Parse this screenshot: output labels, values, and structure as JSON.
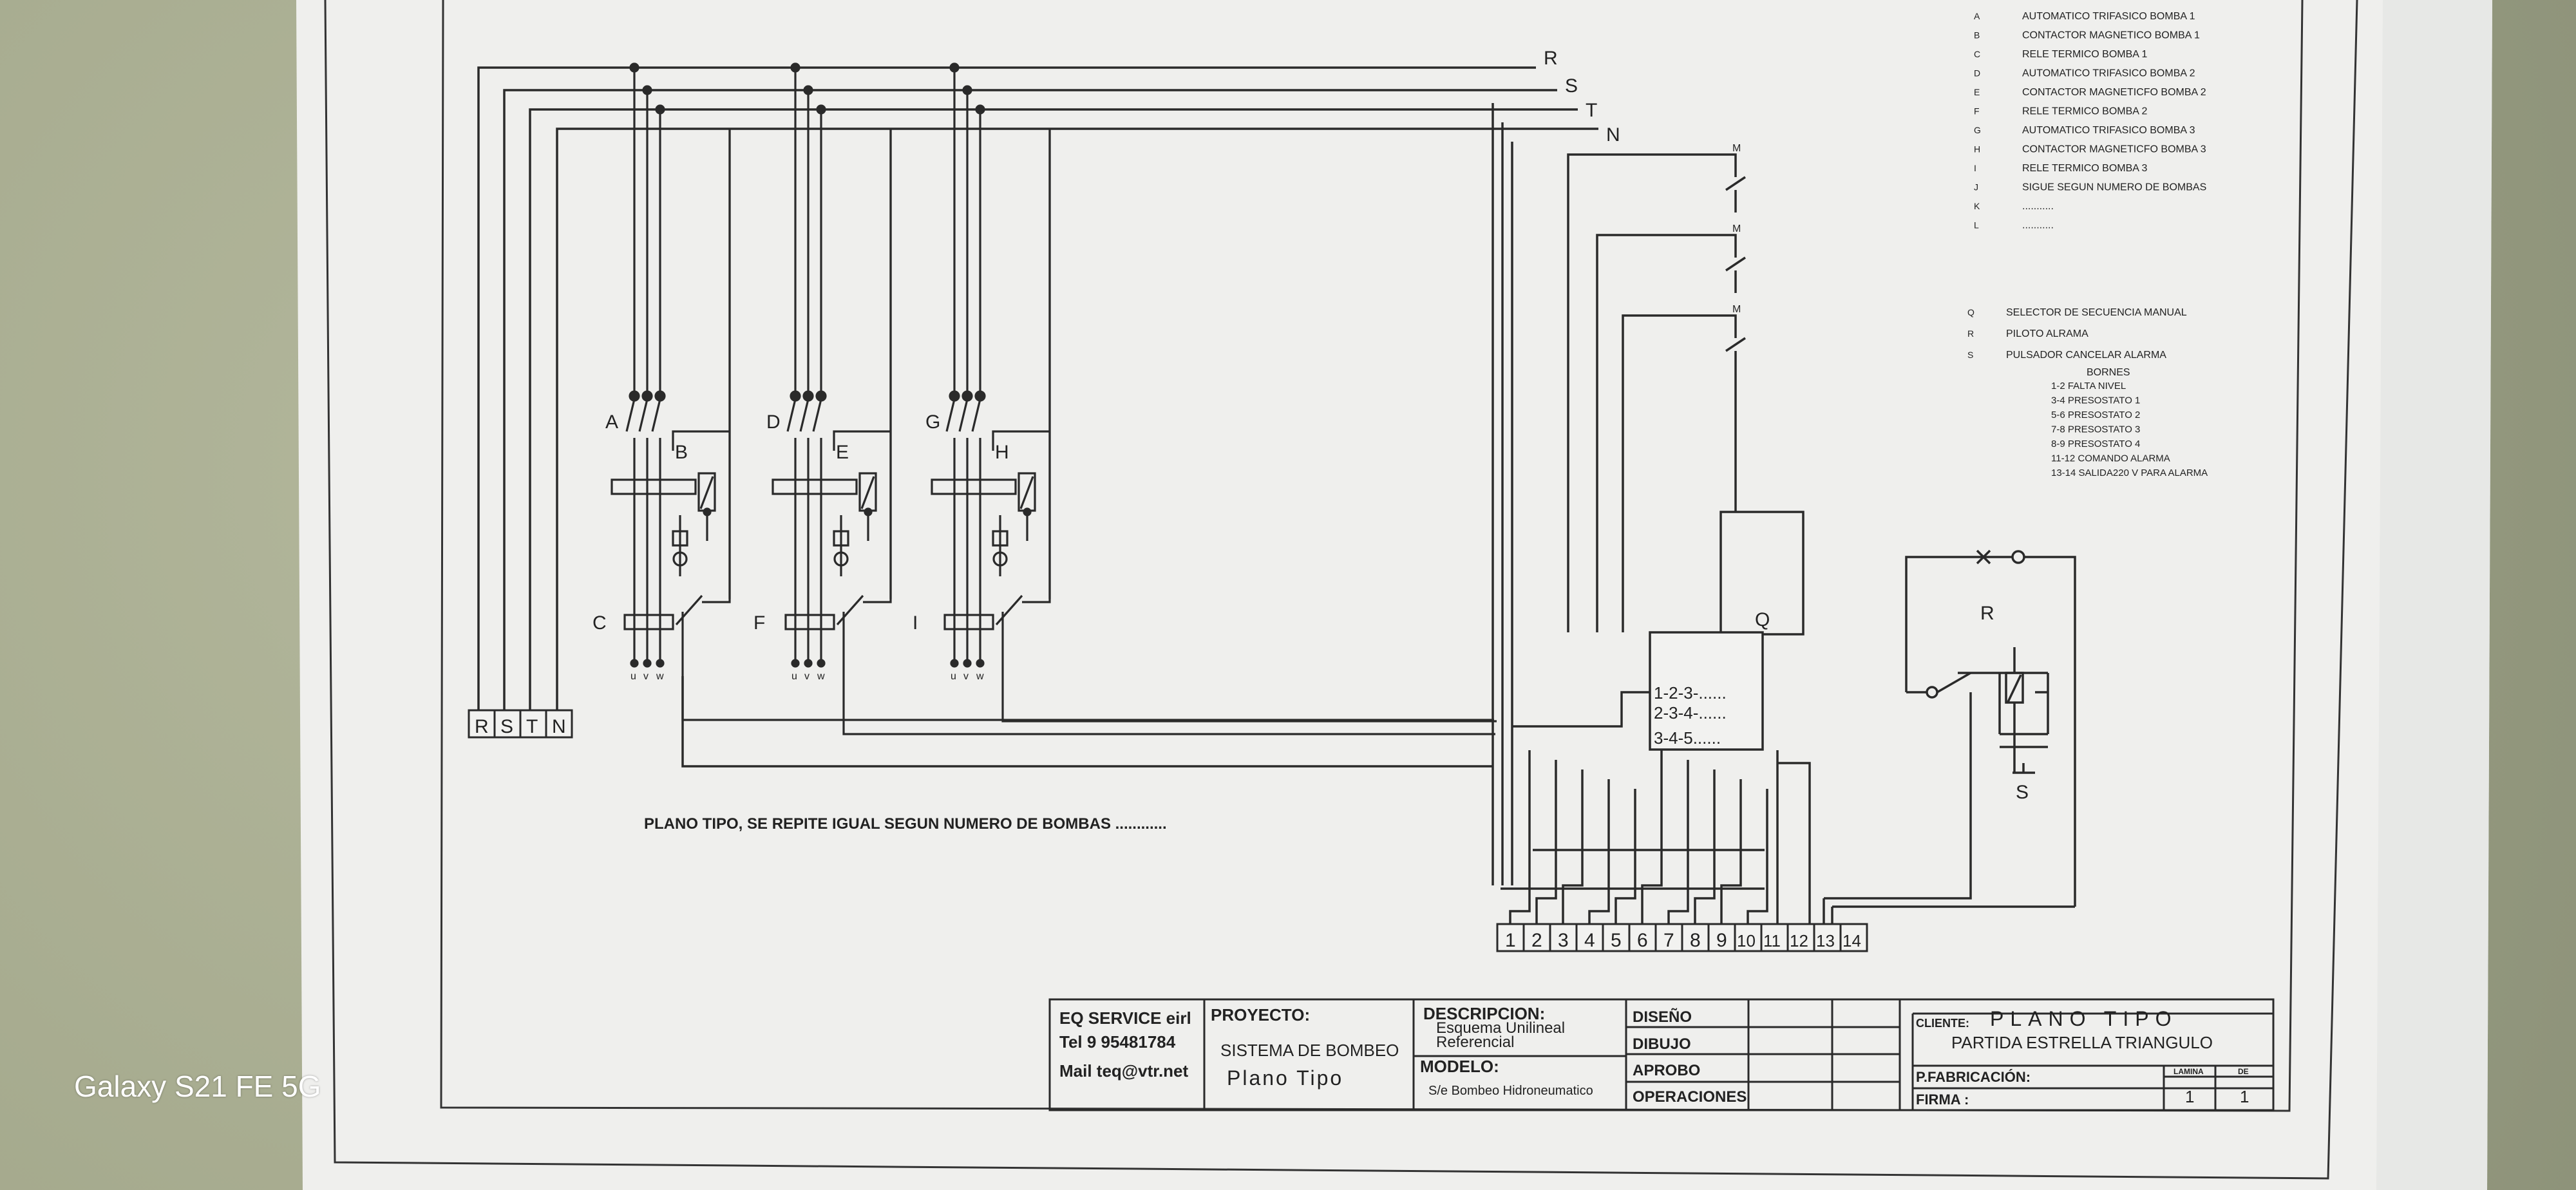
{
  "watermark": "Galaxy S21 FE 5G",
  "phases": [
    "R",
    "S",
    "T",
    "N"
  ],
  "terminal_block": [
    "R",
    "S",
    "T",
    "N"
  ],
  "device_labels": [
    "A",
    "B",
    "C",
    "D",
    "E",
    "F",
    "G",
    "H",
    "I",
    "Q",
    "R",
    "S"
  ],
  "motor_terminals": [
    "u",
    "v",
    "w"
  ],
  "motor_mark": "M",
  "selector_rows": [
    "1-2-3-......",
    "2-3-4-......",
    "3-4-5......"
  ],
  "bornes": [
    "1",
    "2",
    "3",
    "4",
    "5",
    "6",
    "7",
    "8",
    "9",
    "10",
    "11",
    "12",
    "13",
    "14"
  ],
  "footnote": "PLANO TIPO, SE REPITE IGUAL SEGUN NUMERO DE BOMBAS ............",
  "legend": [
    {
      "code": "A",
      "text": "AUTOMATICO TRIFASICO BOMBA 1"
    },
    {
      "code": "B",
      "text": "CONTACTOR MAGNETICO BOMBA 1"
    },
    {
      "code": "C",
      "text": "RELE TERMICO BOMBA 1"
    },
    {
      "code": "D",
      "text": "AUTOMATICO TRIFASICO BOMBA 2"
    },
    {
      "code": "E",
      "text": "CONTACTOR MAGNETICFO BOMBA 2"
    },
    {
      "code": "F",
      "text": "RELE TERMICO BOMBA 2"
    },
    {
      "code": "G",
      "text": "AUTOMATICO TRIFASICO BOMBA 3"
    },
    {
      "code": "H",
      "text": "CONTACTOR MAGNETICFO BOMBA 3"
    },
    {
      "code": "I",
      "text": "RELE TERMICO BOMBA 3"
    },
    {
      "code": "J",
      "text": "SIGUE SEGUN NUMERO DE BOMBAS"
    },
    {
      "code": "K",
      "text": "..........."
    },
    {
      "code": "L",
      "text": "..........."
    }
  ],
  "legend2": [
    {
      "code": "Q",
      "text": "SELECTOR DE SECUENCIA MANUAL"
    },
    {
      "code": "R",
      "text": "PILOTO ALRAMA"
    },
    {
      "code": "S",
      "text": "PULSADOR CANCELAR ALARMA"
    }
  ],
  "bornes_title": "BORNES",
  "bornes_list": [
    "1-2 FALTA NIVEL",
    "3-4 PRESOSTATO 1",
    "5-6 PRESOSTATO 2",
    "7-8 PRESOSTATO 3",
    "8-9 PRESOSTATO 4",
    "11-12 COMANDO ALARMA",
    "13-14 SALIDA220 V PARA ALARMA"
  ],
  "title_block": {
    "company": "EQ SERVICE eirl",
    "tel": "Tel 9 95481784",
    "mail": "Mail teq@vtr.net",
    "proyecto_label": "PROYECTO:",
    "proyecto_1": "SISTEMA DE BOMBEO",
    "proyecto_2": "Plano Tipo",
    "descripcion_label": "DESCRIPCION:",
    "descripcion_1": "Esquema Unilineal",
    "descripcion_2": "Referencial",
    "modelo_label": "MODELO:",
    "modelo_value": "S/e Bombeo Hidroneumatico",
    "diseno": "DISEÑO",
    "dibujo": "DIBUJO",
    "aprobo": "APROBO",
    "operaciones": "OPERACIONES",
    "cliente_label": "CLIENTE:",
    "cliente_value": "PLANO TIPO",
    "partida": "PARTIDA ESTRELLA TRIANGULO",
    "fabricacion": "P.FABRICACIÓN:",
    "firma": "FIRMA :",
    "lamina_label": "LAMINA",
    "de_label": "DE",
    "lamina_value": "1",
    "de_value": "1"
  }
}
